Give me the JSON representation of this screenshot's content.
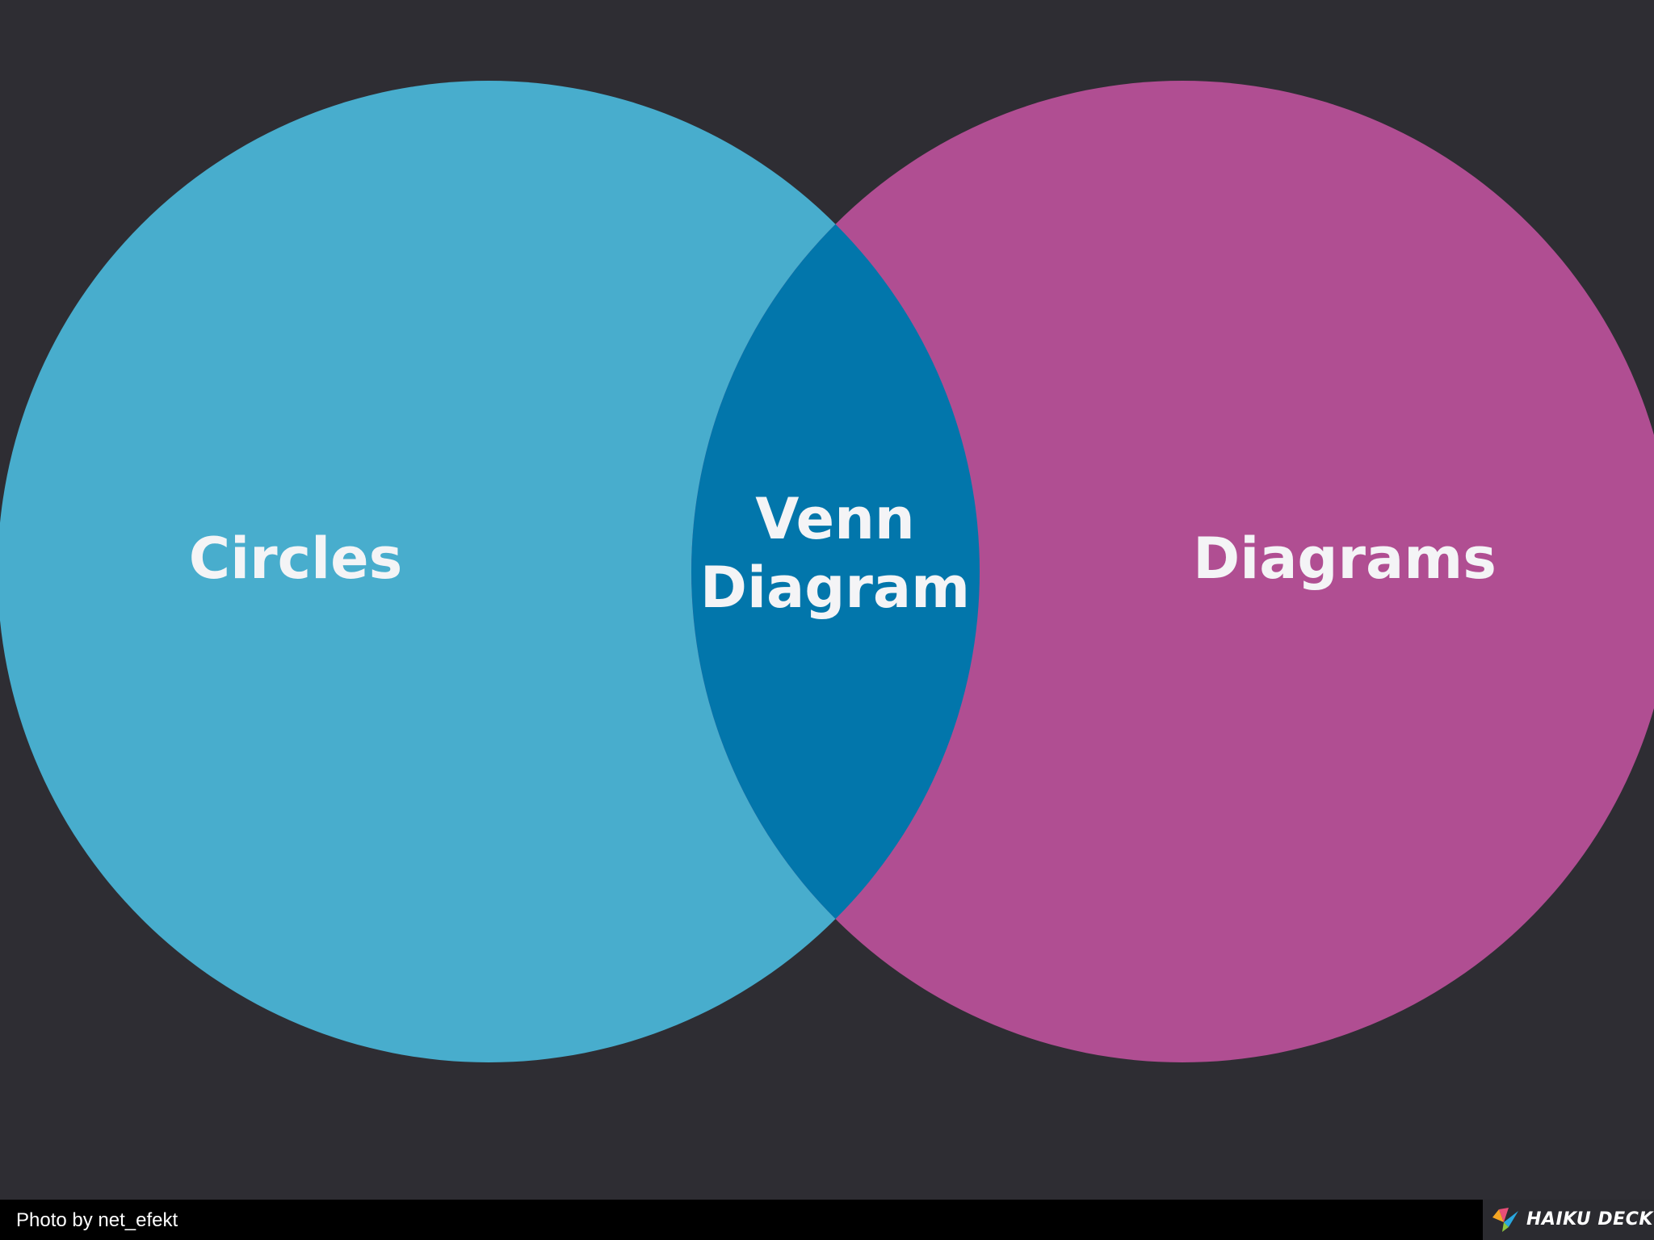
{
  "diagram": {
    "left_set": {
      "label": "Circles",
      "color": "#48adcd"
    },
    "right_set": {
      "label": "Diagrams",
      "color": "#b04e92"
    },
    "intersection": {
      "label_line1": "Venn",
      "label_line2": "Diagram",
      "color": "#0276ab"
    },
    "background_color": "#2e2d33"
  },
  "footer": {
    "credit": "Photo by net_efekt",
    "brand": "HAIKU DECK",
    "brand_icon": "haiku-deck-bird-icon"
  }
}
